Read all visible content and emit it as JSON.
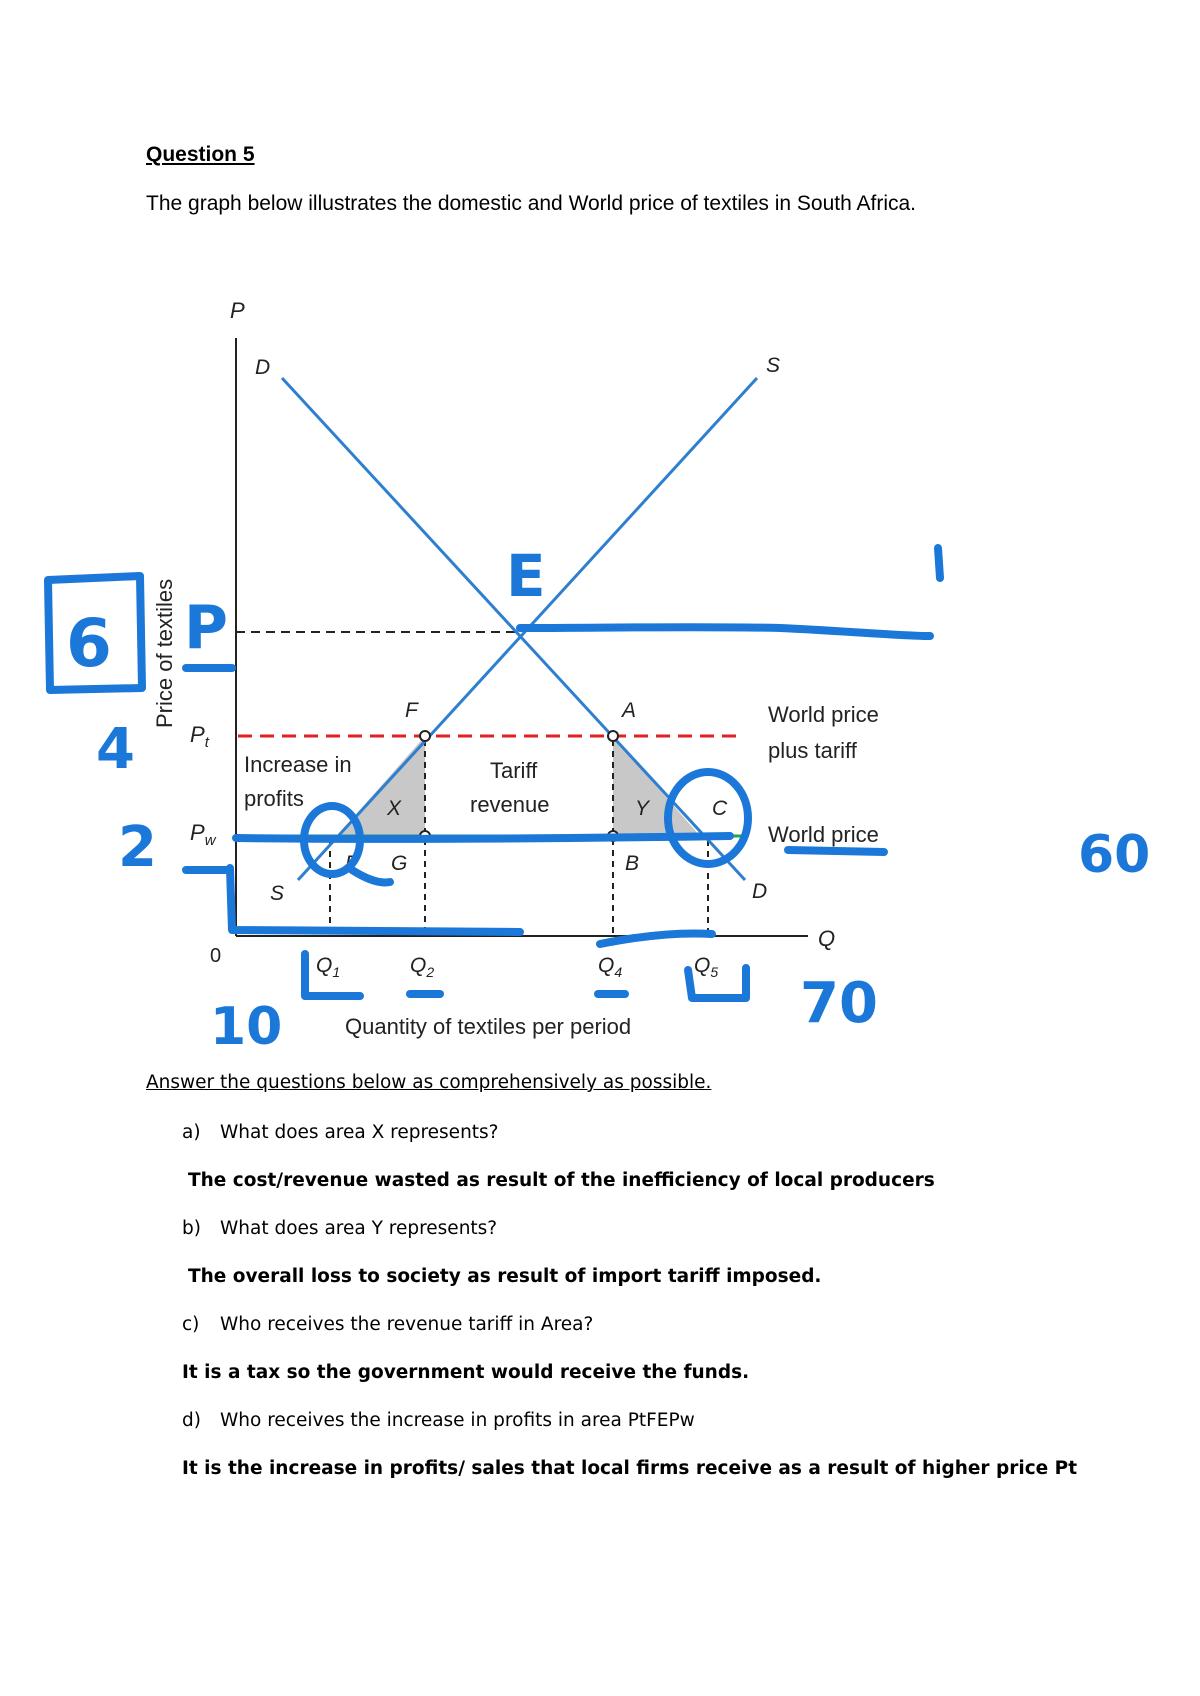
{
  "question": {
    "title": "Question 5",
    "intro": "The graph below illustrates the domestic and World price of textiles in South Africa."
  },
  "graph": {
    "y_axis_letter": "P",
    "x_axis_letter": "Q",
    "y_axis_title": "Price of textiles",
    "x_axis_title": "Quantity of textiles per period",
    "origin_label": "0",
    "demand_label": "D",
    "supply_label": "S",
    "price_labels": {
      "pt": "P",
      "pt_sub": "t",
      "pw": "P",
      "pw_sub": "w"
    },
    "point_labels": {
      "F": "F",
      "A": "A",
      "E": "E",
      "G": "G",
      "B": "B",
      "C": "C",
      "X": "X",
      "Y": "Y"
    },
    "q_labels": [
      {
        "text": "Q",
        "sub": "1"
      },
      {
        "text": "Q",
        "sub": "2"
      },
      {
        "text": "Q",
        "sub": "4"
      },
      {
        "text": "Q",
        "sub": "5"
      }
    ],
    "area_labels": {
      "increase_line1": "Increase in",
      "increase_line2": "profits",
      "tariff_line1": "Tariff",
      "tariff_line2": "revenue"
    },
    "line_labels": {
      "world_plus_tariff_1": "World price",
      "world_plus_tariff_2": "plus tariff",
      "world_price": "World price"
    },
    "colors": {
      "curves": "#2f7fcf",
      "tariff_line": "#e02020",
      "world_price_line": "#22aa33",
      "shaded_area": "#c8c8c8",
      "handwriting": "#1b78d8"
    }
  },
  "annotations": {
    "box_number": "6",
    "letter_p": "P",
    "price_pt_value": "4",
    "price_pw_value": "2",
    "equilibrium_letter": "E",
    "mark_1": "1",
    "mark_60": "60",
    "q1_value": "10",
    "q5_value": "70"
  },
  "answers": {
    "instruction": "Answer the questions below as comprehensively as possible.",
    "items": [
      {
        "letter": "a)",
        "question": "What does area X represents?",
        "answer": "The cost/revenue wasted as result of the inefficiency of local producers"
      },
      {
        "letter": "b)",
        "question": "What does area Y represents?",
        "answer": "The overall loss to society as result of import tariff imposed."
      },
      {
        "letter": "c)",
        "question": "Who receives the revenue tariff in Area?",
        "answer": "It is a tax so the government would receive the funds."
      },
      {
        "letter": "d)",
        "question": "Who receives the increase in profits in area PtFEPw",
        "answer": "It is the increase in profits/ sales  that local firms receive as a result of higher price Pt"
      }
    ]
  }
}
